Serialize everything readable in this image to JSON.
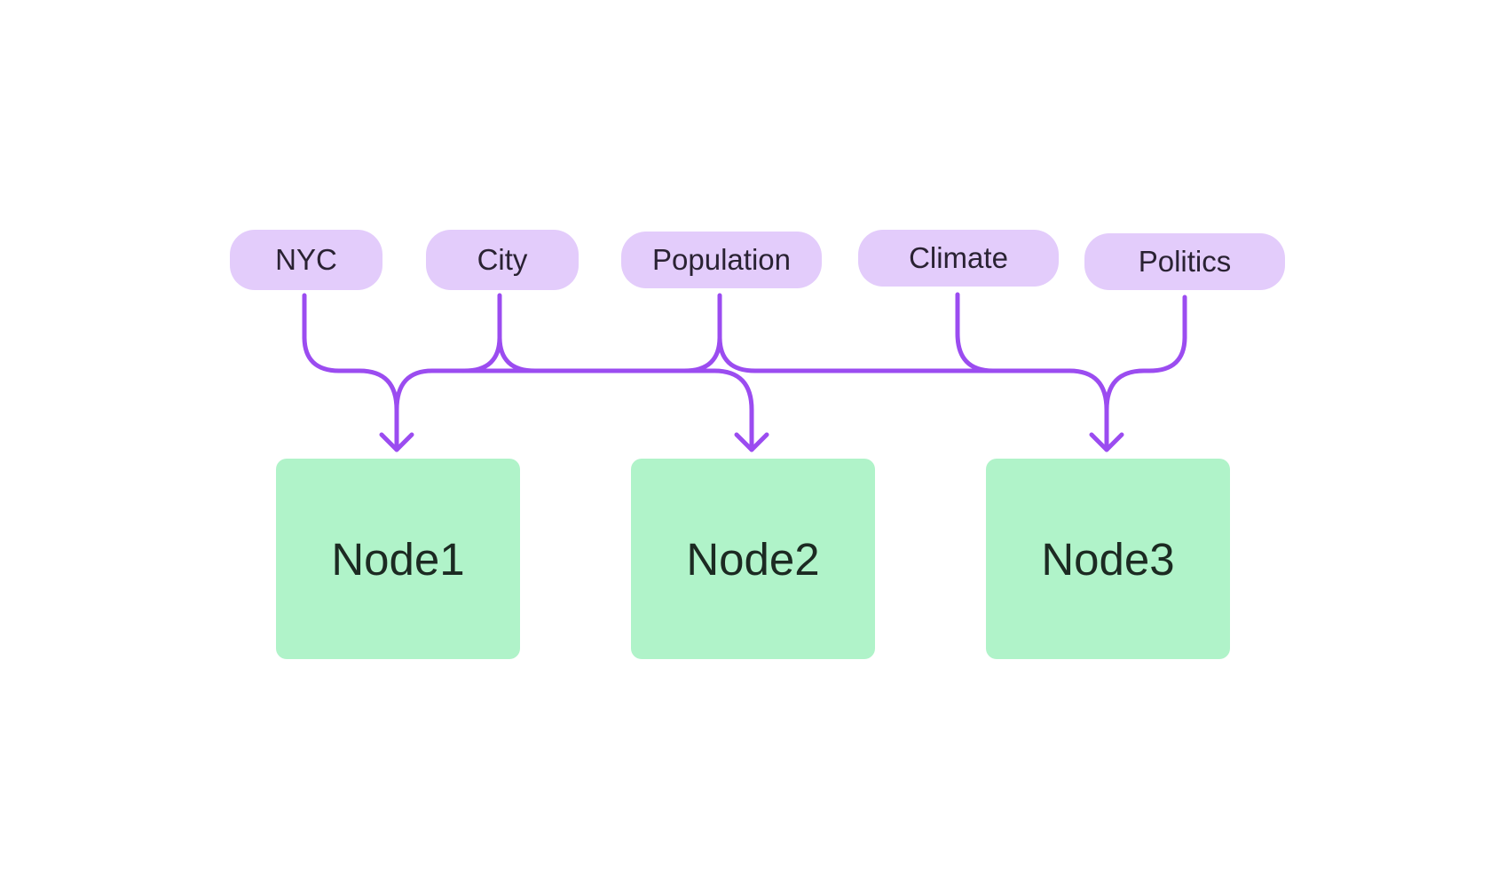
{
  "colors": {
    "edge": "#9b4cf0",
    "tag_fill": "#e3ccfb",
    "node_fill": "#b0f3c9",
    "background": "#ffffff"
  },
  "tags": [
    {
      "id": "nyc",
      "label": "NYC"
    },
    {
      "id": "city",
      "label": "City"
    },
    {
      "id": "population",
      "label": "Population"
    },
    {
      "id": "climate",
      "label": "Climate"
    },
    {
      "id": "politics",
      "label": "Politics"
    }
  ],
  "nodes": [
    {
      "id": "node1",
      "label": "Node1"
    },
    {
      "id": "node2",
      "label": "Node2"
    },
    {
      "id": "node3",
      "label": "Node3"
    }
  ],
  "edges": [
    {
      "from": "NYC",
      "to": "Node1"
    },
    {
      "from": "City",
      "to": "Node1"
    },
    {
      "from": "City",
      "to": "Node2"
    },
    {
      "from": "Population",
      "to": "Node1"
    },
    {
      "from": "Population",
      "to": "Node3"
    },
    {
      "from": "Climate",
      "to": "Node3"
    },
    {
      "from": "Politics",
      "to": "Node3"
    }
  ]
}
